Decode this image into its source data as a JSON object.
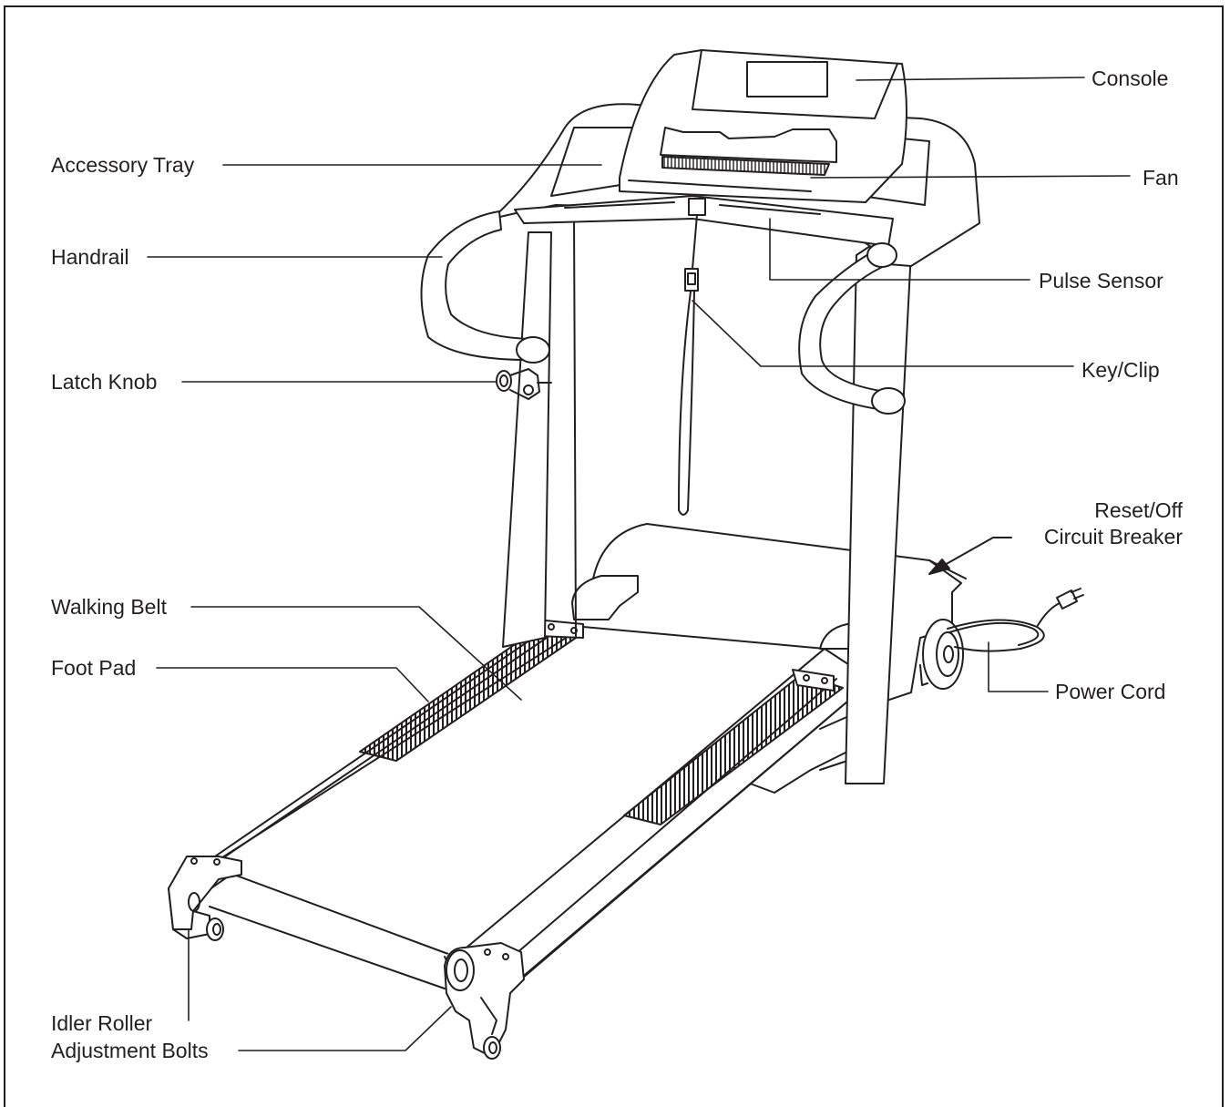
{
  "labels": {
    "console": "Console",
    "accessory_tray": "Accessory Tray",
    "fan": "Fan",
    "handrail": "Handrail",
    "pulse_sensor": "Pulse Sensor",
    "latch_knob": "Latch Knob",
    "key_clip": "Key/Clip",
    "reset_off_line1": "Reset/Off",
    "reset_off_line2": "Circuit Breaker",
    "walking_belt": "Walking Belt",
    "foot_pad": "Foot Pad",
    "power_cord": "Power Cord",
    "idler_roller_line1": "Idler Roller",
    "idler_roller_line2": "Adjustment Bolts"
  },
  "colors": {
    "ink": "#231f20",
    "fill": "#ffffff"
  }
}
